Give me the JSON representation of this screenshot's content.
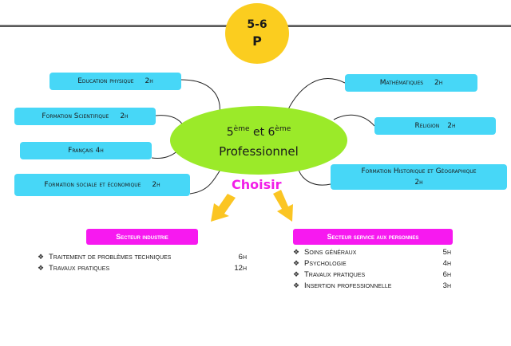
{
  "badge": {
    "line1": "5-6",
    "line2": "P",
    "color": "#fbcd1f"
  },
  "center": {
    "num1": "5",
    "sup1": "ème",
    "mid": " et 6",
    "sup2": "ème",
    "line2": "Professionnel",
    "color": "#9bea29"
  },
  "subjects_left": [
    {
      "label": "Education physique",
      "hours": "2h"
    },
    {
      "label": "Formation Scientifique",
      "hours": "2h"
    },
    {
      "label": "Français 4h",
      "hours": ""
    },
    {
      "label": "Formation sociale et économique",
      "hours": "2h"
    }
  ],
  "subjects_right": [
    {
      "label": "Mathématiques",
      "hours": "2h"
    },
    {
      "label": "Religion",
      "hours": "2h"
    },
    {
      "label": "Formation Historique et Géographique",
      "hours": "2h"
    }
  ],
  "choose_label": "Choisir",
  "sectors": [
    {
      "title": "Secteur industrie",
      "items": [
        {
          "label": "Traitement de problèmes techniques",
          "hours": "6h"
        },
        {
          "label": "Travaux pratiques",
          "hours": "12h"
        }
      ]
    },
    {
      "title": "Secteur service aux personnes",
      "items": [
        {
          "label": "Soins généraux",
          "hours": "5h"
        },
        {
          "label": "Psychologie",
          "hours": "4h"
        },
        {
          "label": "Travaux pratiques",
          "hours": "6h"
        },
        {
          "label": "Insertion professionnelle",
          "hours": "3h"
        }
      ]
    }
  ],
  "bullet_glyph": "❖",
  "colors": {
    "box": "#47d7f7",
    "sector": "#f719f0",
    "choose": "#f21ee8",
    "arrow": "#fbc523"
  }
}
